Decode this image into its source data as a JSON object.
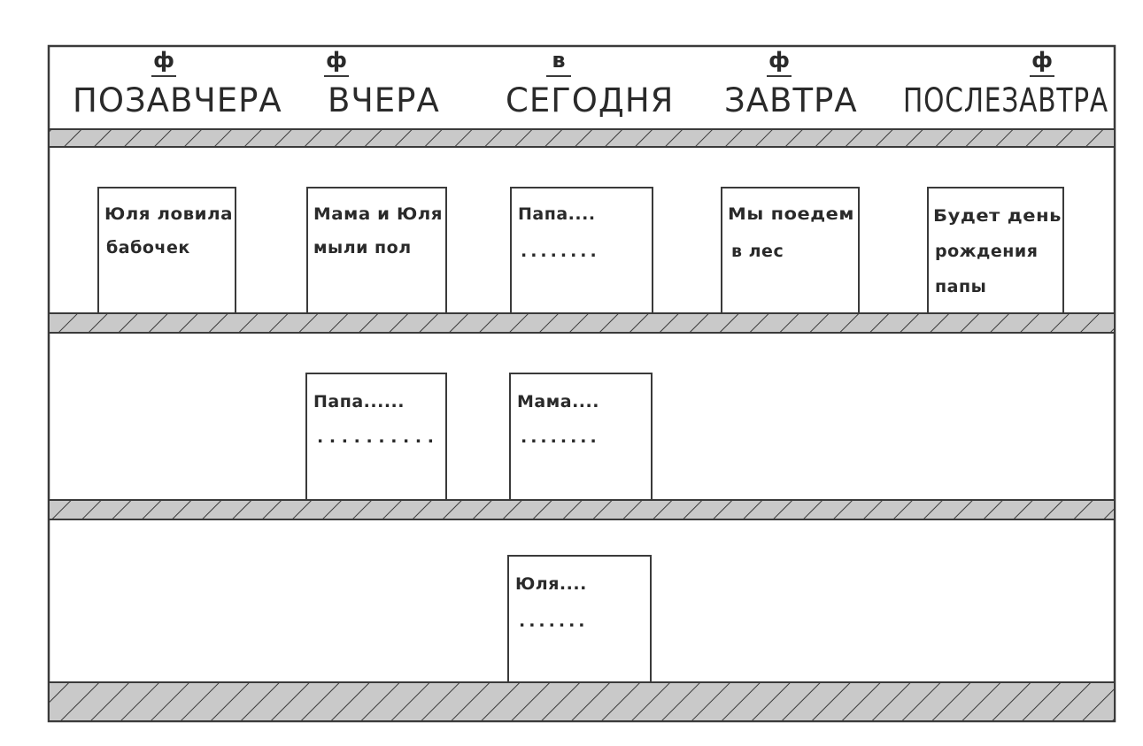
{
  "header": {
    "columns": [
      {
        "pre": "ПОЗА",
        "stressed": "В",
        "post": "ЧЕРА",
        "mark": "ф"
      },
      {
        "pre": "",
        "stressed": "В",
        "post": "ЧЕРА",
        "mark": "ф"
      },
      {
        "pre": "СЕ",
        "stressed": "Г",
        "post": "ОДНЯ",
        "mark": "в"
      },
      {
        "pre": "ЗА",
        "stressed": "В",
        "post": "ТРА",
        "mark": "ф"
      },
      {
        "pre": "ПОСЛЕЗА",
        "stressed": "В",
        "post": "ТРА",
        "mark": "ф"
      }
    ]
  },
  "rows": [
    {
      "cards": [
        {
          "lines": [
            "Юля ловила",
            "бабочек"
          ]
        },
        {
          "lines": [
            "Мама и Юля",
            "мыли пол"
          ]
        },
        {
          "lines": [
            "Папа....",
            "........"
          ]
        },
        {
          "lines": [
            "Мы поедем",
            "в лес"
          ]
        },
        {
          "lines": [
            "Будет день",
            "рождения",
            "папы"
          ]
        }
      ]
    },
    {
      "cards": [
        {
          "lines": [
            "Папа......",
            ".........."
          ]
        },
        {
          "lines": [
            "Мама....",
            "........"
          ]
        }
      ]
    },
    {
      "cards": [
        {
          "lines": [
            "Юля....",
            "......."
          ]
        }
      ]
    }
  ]
}
